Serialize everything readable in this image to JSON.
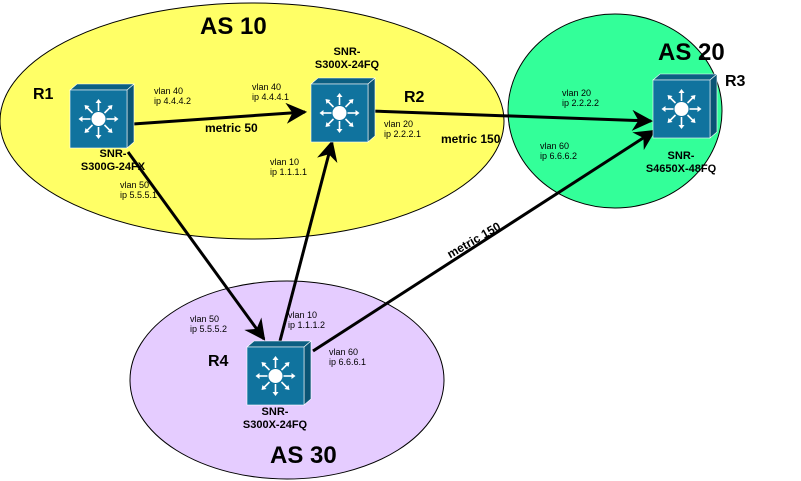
{
  "systems": {
    "as10": {
      "label": "AS 10",
      "color": "#ffff66"
    },
    "as20": {
      "label": "AS 20",
      "color": "#33ff99"
    },
    "as30": {
      "label": "AS 30",
      "color": "#e5ccff"
    }
  },
  "routers": {
    "r1": {
      "name": "R1",
      "model_line1": "SNR-",
      "model_line2": "S300G-24FX"
    },
    "r2": {
      "name": "R2",
      "model_line1": "SNR-",
      "model_line2": "S300X-24FQ"
    },
    "r3": {
      "name": "R3",
      "model_line1": "SNR-",
      "model_line2": "S4650X-48FQ"
    },
    "r4": {
      "name": "R4",
      "model_line1": "SNR-",
      "model_line2": "S300X-24FQ"
    }
  },
  "interfaces": {
    "r1_to_r2": {
      "vlan": "vlan 40",
      "ip": "ip 4.4.4.2"
    },
    "r2_to_r1": {
      "vlan": "vlan 40",
      "ip": "ip 4.4.4.1"
    },
    "r2_to_r3": {
      "vlan": "vlan 20",
      "ip": "ip 2.2.2.1"
    },
    "r3_from_r2": {
      "vlan": "vlan 20",
      "ip": "ip 2.2.2.2"
    },
    "r3_from_r4": {
      "vlan": "vlan 60",
      "ip": "ip 6.6.6.2"
    },
    "r2_from_r4": {
      "vlan": "vlan 10",
      "ip": "ip 1.1.1.1"
    },
    "r1_to_r4": {
      "vlan": "vlan 50",
      "ip": "ip 5.5.5.1"
    },
    "r4_from_r1": {
      "vlan": "vlan 50",
      "ip": "ip 5.5.5.2"
    },
    "r4_to_r2": {
      "vlan": "vlan 10",
      "ip": "ip 1.1.1.2"
    },
    "r4_to_r3": {
      "vlan": "vlan 60",
      "ip": "ip 6.6.6.1"
    }
  },
  "metrics": {
    "r1_r2": "metric 50",
    "r2_r3": "metric 150",
    "r4_r3": "metric 150"
  },
  "colors": {
    "switch_face": "#10739e",
    "switch_side": "#0a5474",
    "link": "#000000"
  }
}
